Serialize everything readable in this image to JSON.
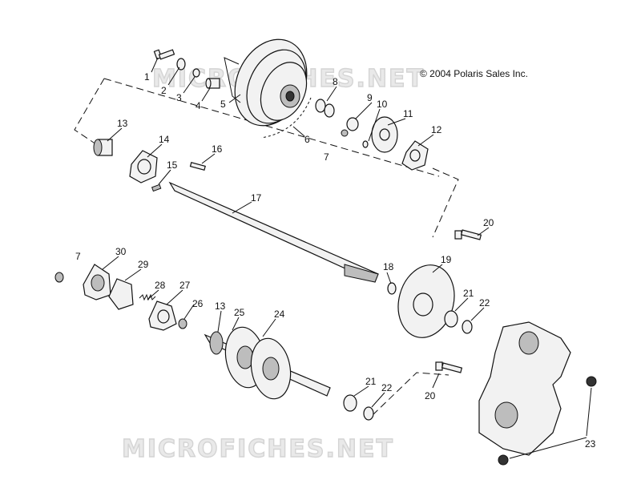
{
  "copyright": "© 2004 Polaris Sales Inc.",
  "watermark": "MICROFICHES.NET",
  "labels": {
    "c1": "1",
    "c2": "2",
    "c3": "3",
    "c4": "4",
    "c5": "5",
    "c6": "6",
    "c7a": "7",
    "c8": "8",
    "c9": "9",
    "c10": "10",
    "c11": "11",
    "c12": "12",
    "c13a": "13",
    "c14": "14",
    "c15": "15",
    "c16": "16",
    "c17": "17",
    "c18": "18",
    "c19": "19",
    "c20a": "20",
    "c7b": "7",
    "c30": "30",
    "c29": "29",
    "c28": "28",
    "c27": "27",
    "c26": "26",
    "c13b": "13",
    "c25": "25",
    "c24": "24",
    "c21a": "21",
    "c22a": "22",
    "c21b": "21",
    "c22b": "22",
    "c20b": "20",
    "c23": "23"
  }
}
